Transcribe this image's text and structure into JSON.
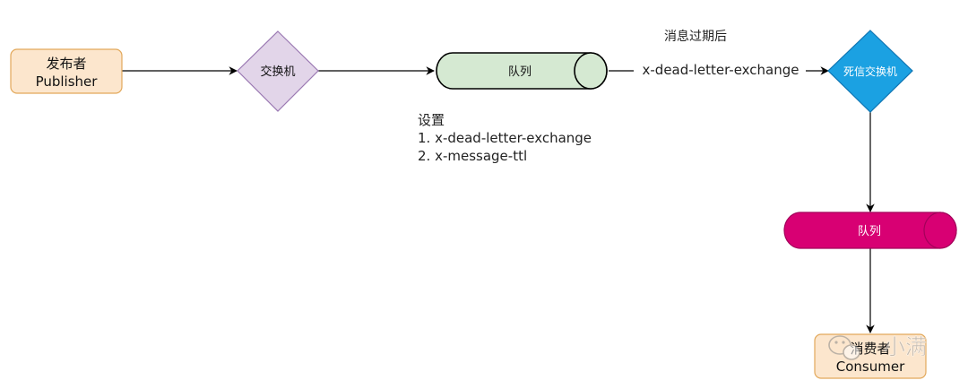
{
  "nodes": {
    "publisher": {
      "line1": "发布者",
      "line2": "Publisher"
    },
    "exchange": {
      "label": "交换机"
    },
    "queue": {
      "label": "队列"
    },
    "dlx": {
      "label": "死信交换机"
    },
    "dead_queue": {
      "label": "队列"
    },
    "consumer": {
      "line1": "消费者",
      "line2": "Consumer"
    }
  },
  "edges": {
    "expire_label": "消息过期后",
    "dlx_label": "x-dead-letter-exchange"
  },
  "note": {
    "title": "设置",
    "line1": "1. x-dead-letter-exchange",
    "line2": "2. x-message-ttl"
  },
  "watermark": "小满",
  "colors": {
    "publisher_fill": "#fce6cd",
    "publisher_stroke": "#e2a85a",
    "exchange_fill": "#e2d5e9",
    "exchange_stroke": "#9a78b2",
    "queue_fill": "#d5e9d2",
    "queue_stroke": "#000000",
    "dlx_fill": "#1ba1e2",
    "dlx_stroke": "#1075b3",
    "dead_queue_fill": "#d80073",
    "dead_queue_stroke": "#a3005a",
    "consumer_fill": "#fce6cd",
    "consumer_stroke": "#e2a85a"
  }
}
